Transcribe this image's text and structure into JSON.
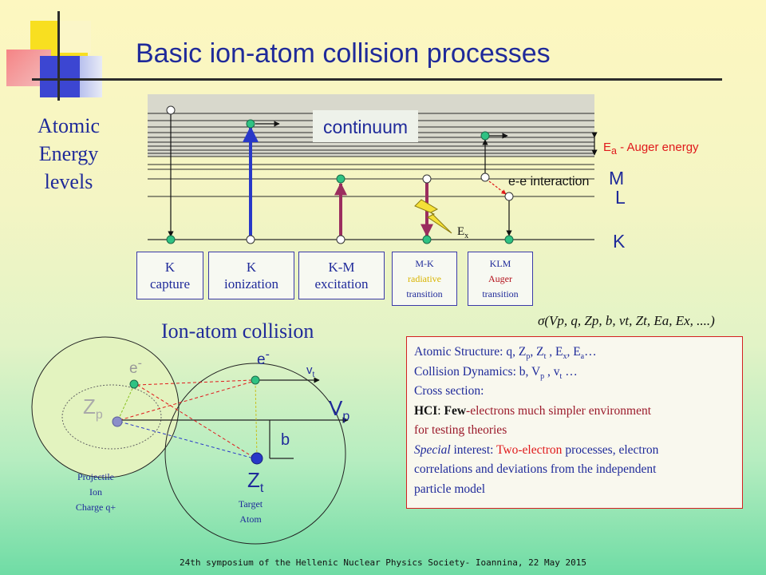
{
  "slide": {
    "title": "Basic ion-atom collision processes",
    "footer": "24th symposium of the Hellenic Nuclear Physics Society- Ioannina, 22 May 2015"
  },
  "energy_diagram": {
    "side_label_lines": [
      "Atomic",
      "Energy",
      "levels"
    ],
    "continuum_label": "continuum",
    "auger_energy_label": " - Auger energy",
    "auger_symbol": "E",
    "auger_subscript": "a",
    "ee_interaction_label": "e-e interaction",
    "shells": {
      "M": "M",
      "L": "L",
      "K": "K"
    },
    "photon_label": "E",
    "photon_subscript": "x",
    "processes": [
      {
        "line1": "K",
        "line2": "capture"
      },
      {
        "line1": "K",
        "line2": "ionization"
      },
      {
        "line1": "K-M",
        "line2": "excitation"
      },
      {
        "line1": "M-K",
        "line2": "radiative",
        "line3": "transition"
      },
      {
        "line1": "KLM",
        "line2": "Auger",
        "line3": "transition"
      }
    ]
  },
  "collision": {
    "title": "Ion-atom collision",
    "formula": "σ(Vp, q, Zp, b, vt, Zt, Ea, Ex, ....)",
    "electron_label": "e",
    "electron_sup": "-",
    "zp": "Z",
    "zp_sub": "p",
    "zt": "Z",
    "zt_sub": "t",
    "vp": "V",
    "vp_sub": "p",
    "vt": "v",
    "vt_sub": "t",
    "b": "b",
    "projectile_lines": [
      "Projectile",
      "Ion",
      "Charge q+"
    ],
    "target_lines": [
      "Target",
      "Atom"
    ]
  },
  "info_box": {
    "line1": "Atomic Structure: q, Z",
    "line1_s1": "p",
    "line1_m1": ",  Z",
    "line1_s2": "t",
    "line1_m2": " , E",
    "line1_s3": "x",
    "line1_m3": ", E",
    "line1_s4": "a",
    "line1_end": "…",
    "line2": "Collision Dynamics: b, V",
    "line2_s1": "p",
    "line2_m1": " , v",
    "line2_s2": "t",
    "line2_end": " …",
    "line3": "Cross section:",
    "hci": "HCI",
    "colon": ": ",
    "few": "Few",
    "few_rest": "-electrons much simpler  environment",
    "line5": "for testing theories",
    "special": "Special",
    "special_rest": " interest: ",
    "two_electron": "Two-electron",
    "special_end": " processes, electron",
    "line7": "correlations and deviations from the independent",
    "line8": "particle model"
  },
  "colors": {
    "title": "#1f2a9a",
    "red": "#e0191b",
    "yellow_text": "#d9b400",
    "dark_red": "#b3121c",
    "level_dot": "#2fc283",
    "blue_arrow": "#2838c8",
    "purple_arrow": "#9b2d5e"
  }
}
